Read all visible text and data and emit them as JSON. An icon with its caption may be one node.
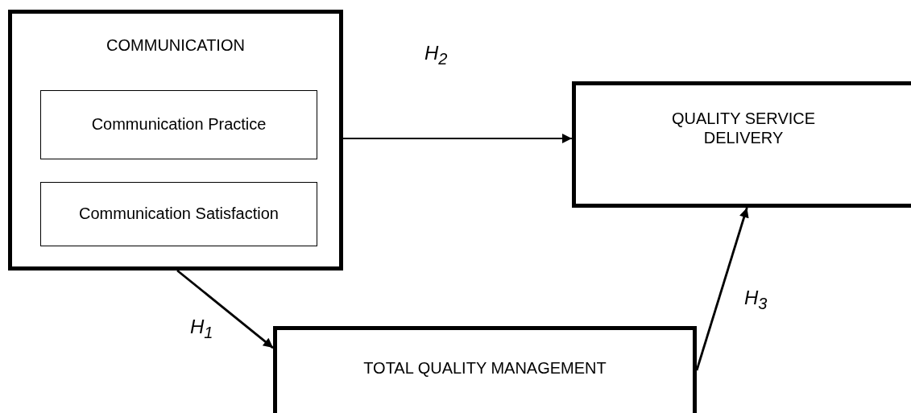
{
  "diagram": {
    "nodes": [
      {
        "text": [
          "COMMUNICATION"
        ]
      },
      {
        "text": [
          "Communication Practice"
        ],
        "in": 0
      },
      {
        "text": [
          "Communication Satisfaction"
        ],
        "in": 0
      },
      {
        "text": [
          "QUALITY SERVICE DELIVERY"
        ]
      },
      {
        "text": [
          "TOTAL QUALITY MANAGEMENT"
        ]
      }
    ],
    "edges": [
      {
        "from": 0,
        "to": 3,
        "arrow": "to",
        "label": "H$_{2}$"
      },
      {
        "from": 0,
        "to": 4,
        "arrow": "to",
        "label": "H$_{1}$"
      },
      {
        "from": 4,
        "to": 3,
        "arrow": "to",
        "label": "H$_{3}$"
      }
    ]
  }
}
